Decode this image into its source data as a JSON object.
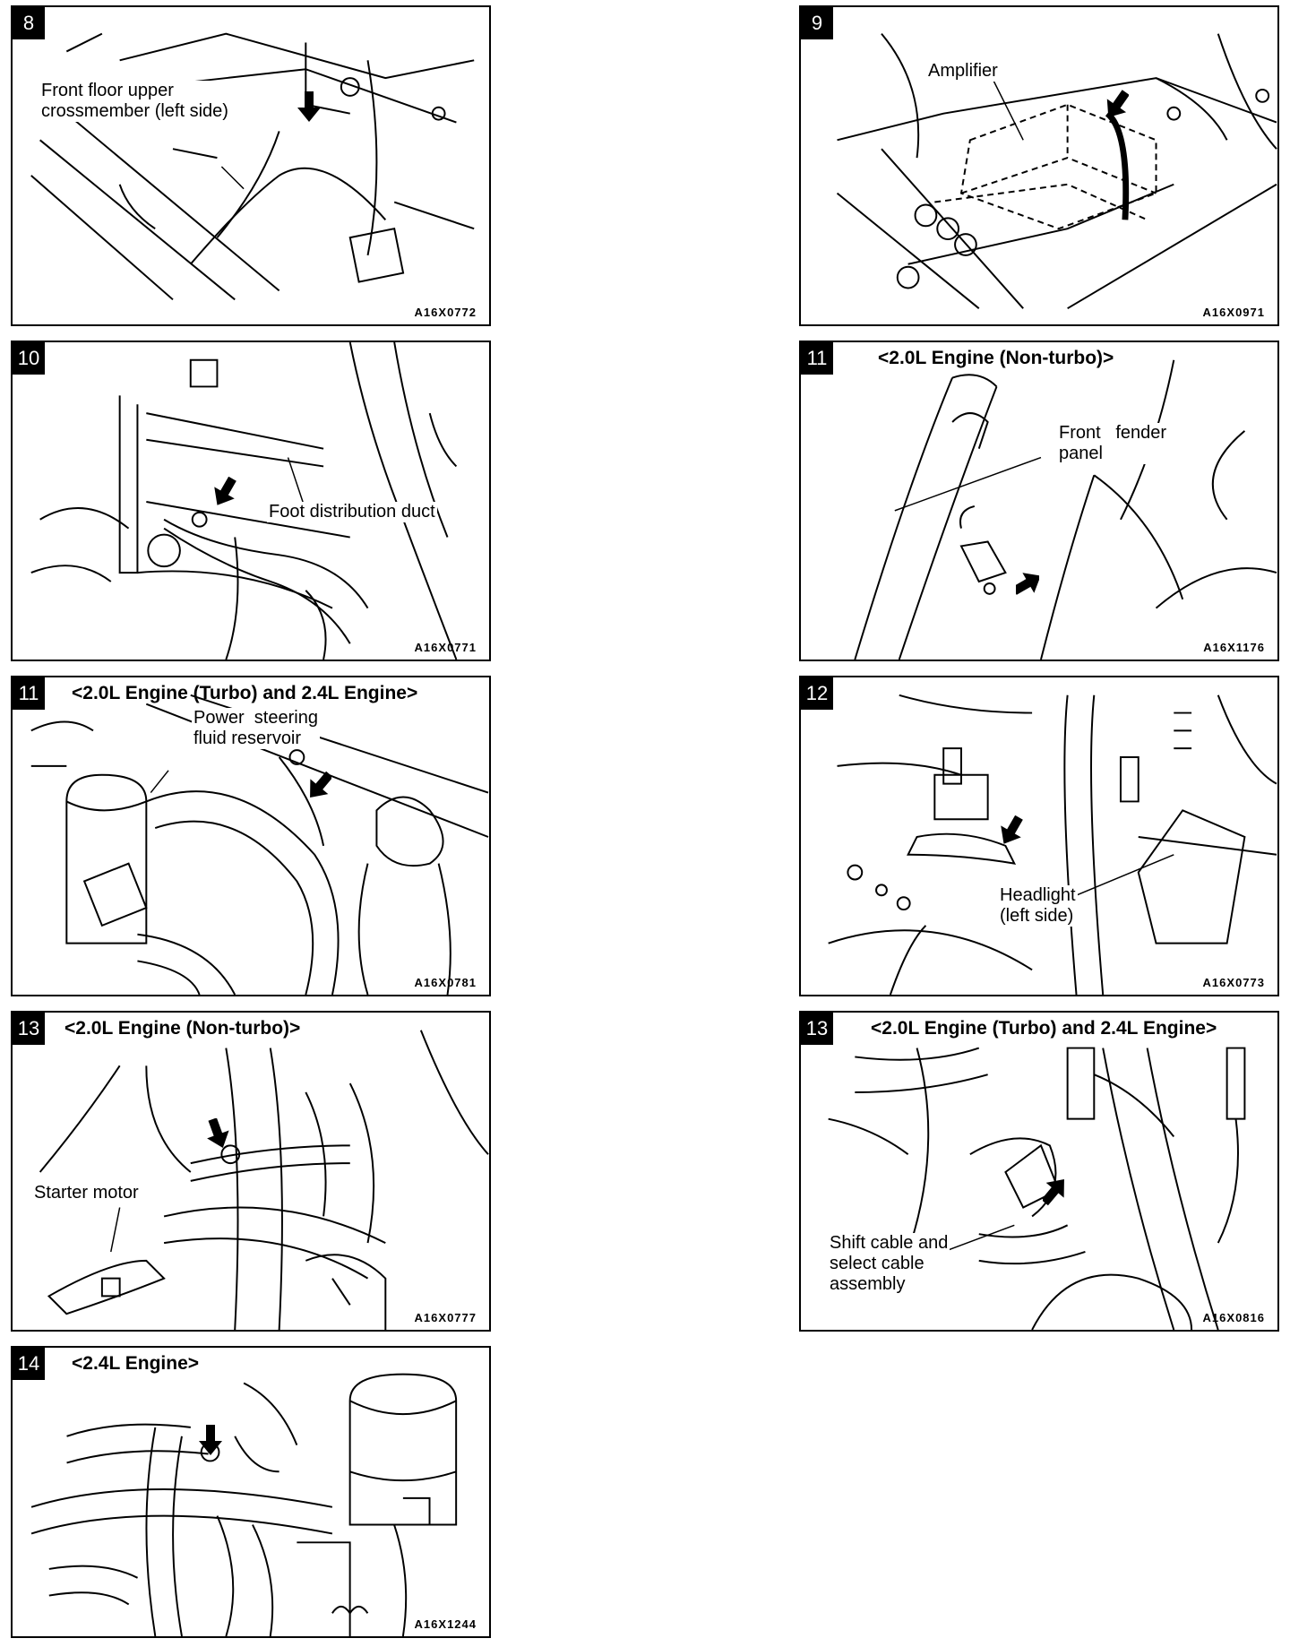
{
  "panels": [
    {
      "id": "p8",
      "number": "8",
      "heading": "",
      "labels": [
        "Front floor upper\ncrossmember (left side)"
      ],
      "code": "A16X0772"
    },
    {
      "id": "p9",
      "number": "9",
      "heading": "",
      "labels": [
        "Amplifier"
      ],
      "code": "A16X0971"
    },
    {
      "id": "p10",
      "number": "10",
      "heading": "",
      "labels": [
        "Foot distribution duct"
      ],
      "code": "A16X0771"
    },
    {
      "id": "p11a",
      "number": "11",
      "heading": "<2.0L Engine (Non-turbo)>",
      "labels": [
        "Front   fender\npanel"
      ],
      "code": "A16X1176"
    },
    {
      "id": "p11b",
      "number": "11",
      "heading": "<2.0L Engine (Turbo) and 2.4L Engine>",
      "labels": [
        "Power  steering\nfluid reservoir"
      ],
      "code": "A16X0781"
    },
    {
      "id": "p12",
      "number": "12",
      "heading": "",
      "labels": [
        "Headlight\n(left side)"
      ],
      "code": "A16X0773"
    },
    {
      "id": "p13a",
      "number": "13",
      "heading": "<2.0L Engine (Non-turbo)>",
      "labels": [
        "Starter motor"
      ],
      "code": "A16X0777"
    },
    {
      "id": "p13b",
      "number": "13",
      "heading": "<2.0L Engine (Turbo) and 2.4L Engine>",
      "labels": [
        "Shift cable and\nselect cable\nassembly"
      ],
      "code": "A16X0816"
    },
    {
      "id": "p14",
      "number": "14",
      "heading": "<2.4L Engine>",
      "labels": [],
      "code": "A16X1244"
    }
  ],
  "icons": {
    "pointer": "down-arrow-icon"
  },
  "colors": {
    "ink": "#000000",
    "paper": "#ffffff"
  }
}
